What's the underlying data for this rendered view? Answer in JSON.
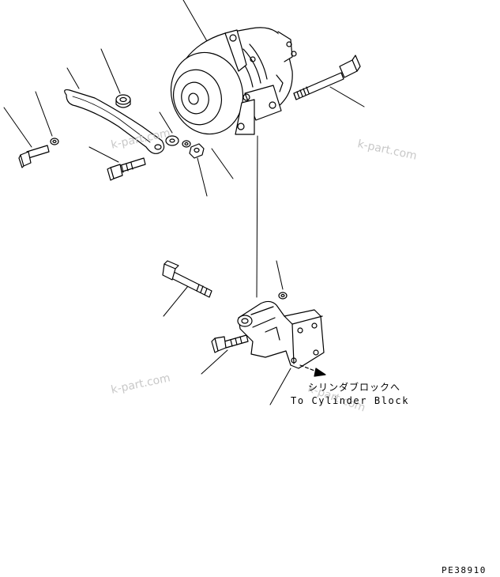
{
  "labels": {
    "jp_destination": "シリンダブロックへ",
    "en_destination": "To Cylinder Block",
    "drawing_code": "PE38910"
  },
  "watermark": "k-part.com",
  "colors": {
    "line": "#000000",
    "watermark": "#c8c8c8"
  }
}
